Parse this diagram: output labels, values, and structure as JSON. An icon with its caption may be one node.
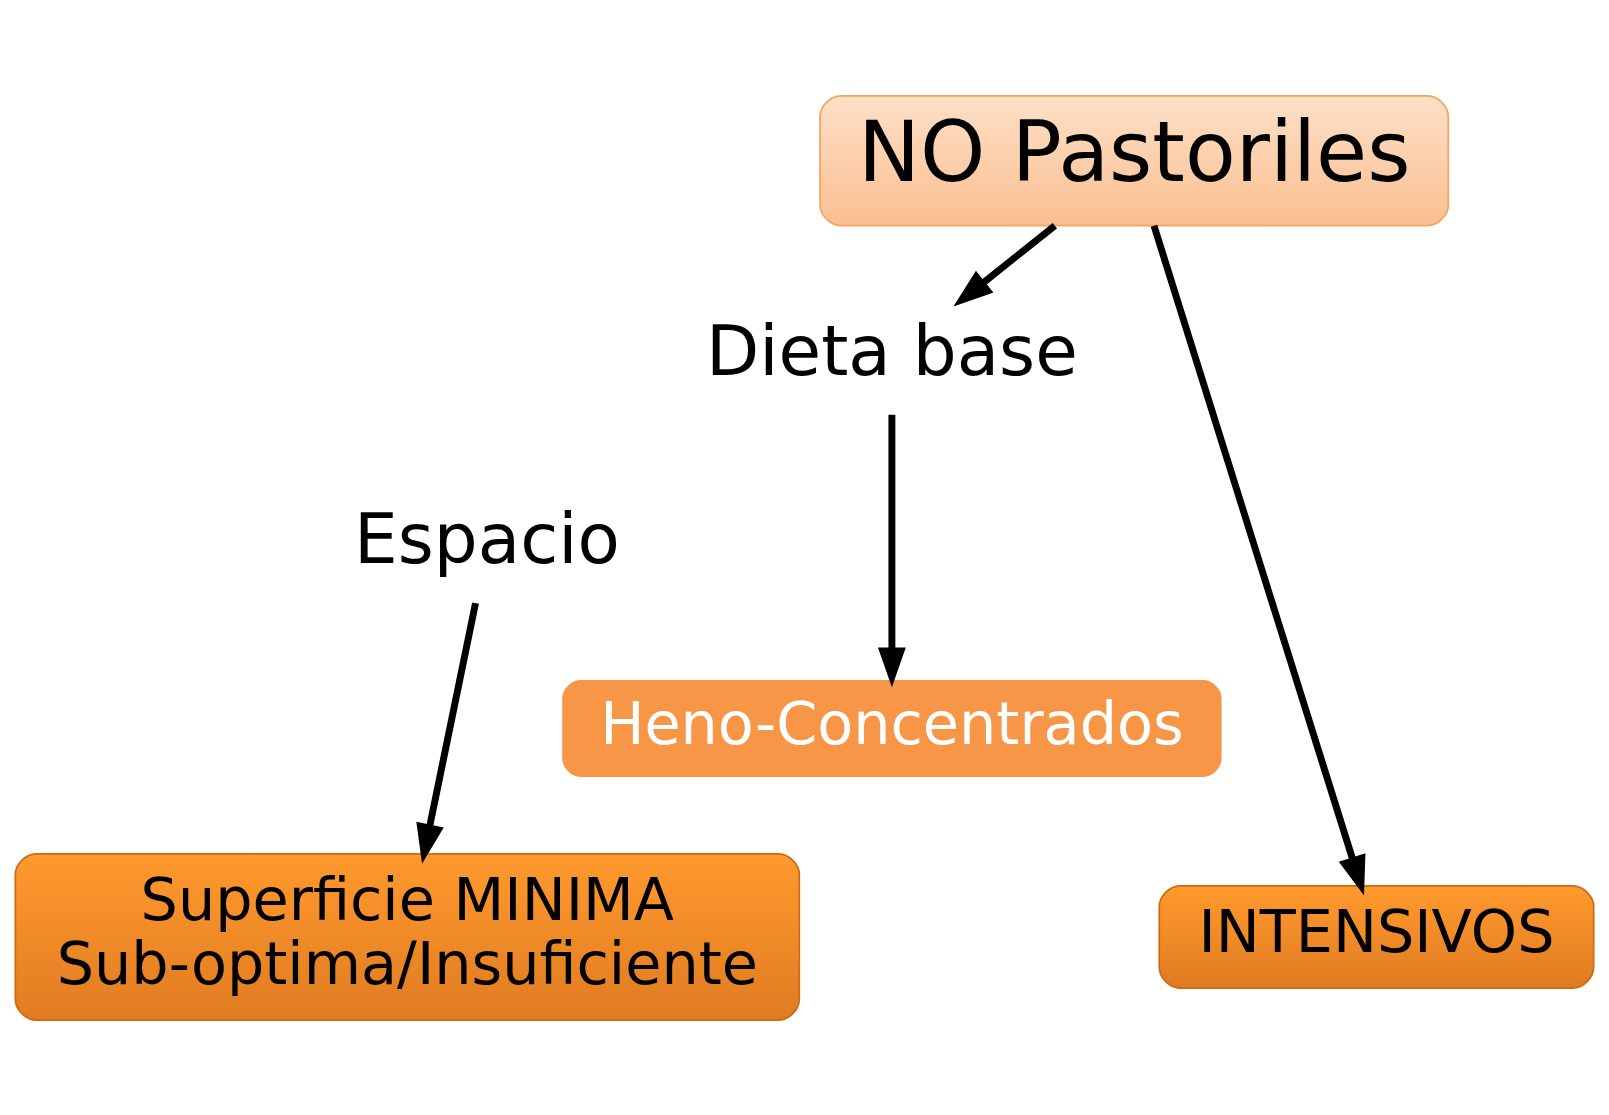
{
  "diagram": {
    "nodes": [
      {
        "text": [
          "NO Pastoriles"
        ]
      },
      {
        "text": [
          "Dieta base"
        ]
      },
      {
        "text": [
          "Espacio"
        ]
      },
      {
        "text": [
          "Heno-Concentrados"
        ]
      },
      {
        "text": [
          "Superficie MINIMA",
          "Sub-optima/Insuficiente"
        ]
      },
      {
        "text": [
          "INTENSIVOS"
        ]
      }
    ],
    "edges": [
      {
        "from": 0,
        "to": 1,
        "arrow": "to"
      },
      {
        "from": 1,
        "to": 3,
        "arrow": "to"
      },
      {
        "from": 2,
        "to": 4,
        "arrow": "to"
      },
      {
        "from": 0,
        "to": 5,
        "arrow": "to"
      }
    ]
  }
}
